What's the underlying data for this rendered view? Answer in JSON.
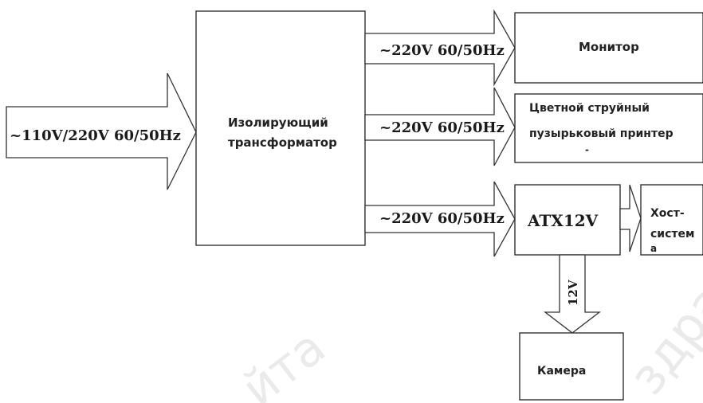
{
  "input_voltage": "~110V/220V 60/50Hz",
  "transformer": {
    "line1": "Изолирующий",
    "line2": "трансформатор"
  },
  "outputs": [
    {
      "voltage": "~220V 60/50Hz"
    },
    {
      "voltage": "~220V 60/50Hz"
    },
    {
      "voltage": "~220V 60/50Hz"
    }
  ],
  "monitor": "Монитор",
  "printer": {
    "line1": "Цветной струйный",
    "line2": "пузырьковый принтер",
    "line3": "-"
  },
  "atx": "ATX12V",
  "host": {
    "line1": "Хост-",
    "line2": "систем",
    "line3": "а"
  },
  "camera_voltage": "12V",
  "camera": "Камера",
  "watermarks": [
    "йта",
    "здравоохрана"
  ],
  "colors": {
    "stroke": "#333333",
    "background": "#ffffff",
    "text": "#1a1a1a"
  }
}
